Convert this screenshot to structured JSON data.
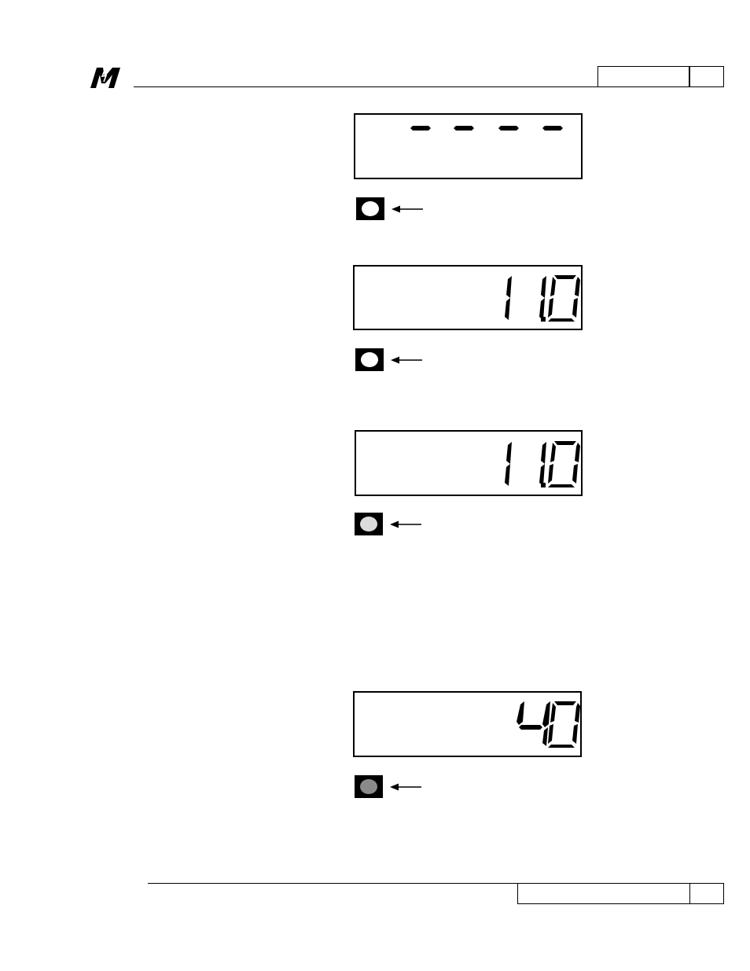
{
  "header": {
    "logo_name": "M",
    "section_box_text": "",
    "page_box_text": ""
  },
  "footer": {
    "section_box_text": "",
    "page_box_text": ""
  },
  "steps": [
    {
      "display": "----",
      "led_state": "off",
      "led_color": "#ffffff"
    },
    {
      "display": "11.0",
      "led_state": "off",
      "led_color": "#ffffff"
    },
    {
      "display": "11.0",
      "led_state": "dim",
      "led_color": "#dcdcdc"
    },
    {
      "display": "40",
      "led_state": "on",
      "led_color": "#8a8a8a"
    }
  ]
}
